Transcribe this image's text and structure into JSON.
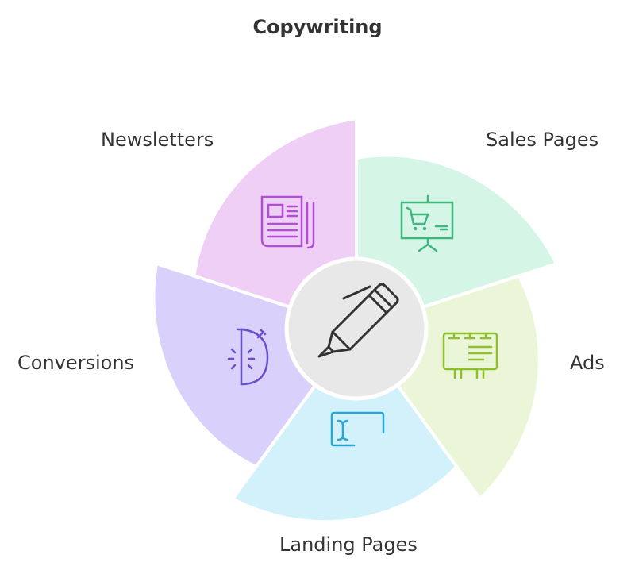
{
  "title": "Copywriting",
  "center": {
    "icon": "pen-icon",
    "fill": "#e8e8e8"
  },
  "segments": [
    {
      "label": "Sales Pages",
      "icon": "presentation-cart-icon",
      "fill": "#d5f5e6",
      "stroke": "#3fb77e"
    },
    {
      "label": "Ads",
      "icon": "billboard-icon",
      "fill": "#eaf6d7",
      "stroke": "#8fbf2a"
    },
    {
      "label": "Landing Pages",
      "icon": "text-cursor-box-icon",
      "fill": "#d2f1fb",
      "stroke": "#29a8d3"
    },
    {
      "label": "Conversions",
      "icon": "stopwatch-icon",
      "fill": "#d9d0fb",
      "stroke": "#6a4fc9"
    },
    {
      "label": "Newsletters",
      "icon": "newspaper-icon",
      "fill": "#f0cff7",
      "stroke": "#b14fd3"
    }
  ]
}
